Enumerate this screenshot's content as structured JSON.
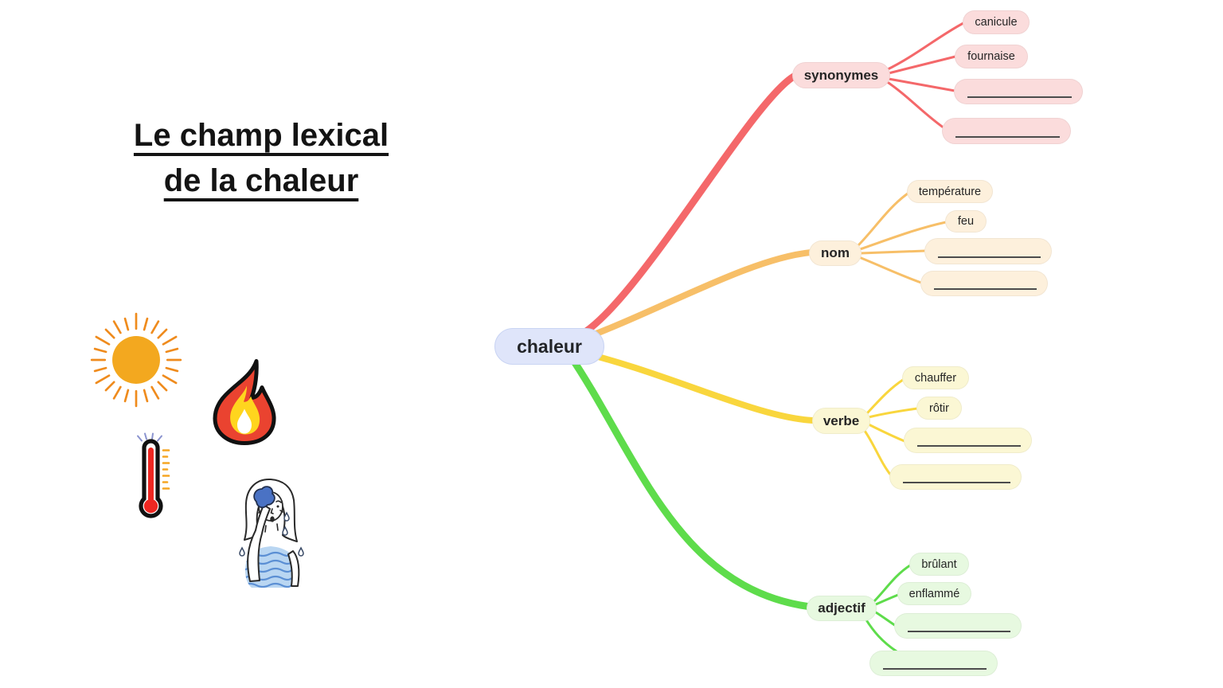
{
  "page": {
    "background": "#ffffff"
  },
  "title": {
    "line1": "Le champ lexical",
    "line2": "de la chaleur",
    "color": "#141414"
  },
  "root": {
    "label": "chaleur",
    "fill": "#dfe5fa",
    "border": "#c9d4f3"
  },
  "branches": [
    {
      "label": "synonymes",
      "color": "#f4686a",
      "fill": "#fbdcdc",
      "children": [
        "canicule",
        "fournaise"
      ],
      "blank_count": 2
    },
    {
      "label": "nom",
      "color": "#f7bf68",
      "fill": "#fdf0dc",
      "children": [
        "température",
        "feu"
      ],
      "blank_count": 2
    },
    {
      "label": "verbe",
      "color": "#f9d63d",
      "fill": "#fbf7d4",
      "children": [
        "chauffer",
        "rôtir"
      ],
      "blank_count": 2
    },
    {
      "label": "adjectif",
      "color": "#5edc4b",
      "fill": "#e7f9e0",
      "children": [
        "brûlant",
        "enflammé"
      ],
      "blank_count": 2
    }
  ],
  "blank_line_color": "#4c4c4c",
  "icons": [
    {
      "name": "sun-icon"
    },
    {
      "name": "fire-icon"
    },
    {
      "name": "thermometer-icon"
    },
    {
      "name": "sweating-person-icon"
    }
  ]
}
